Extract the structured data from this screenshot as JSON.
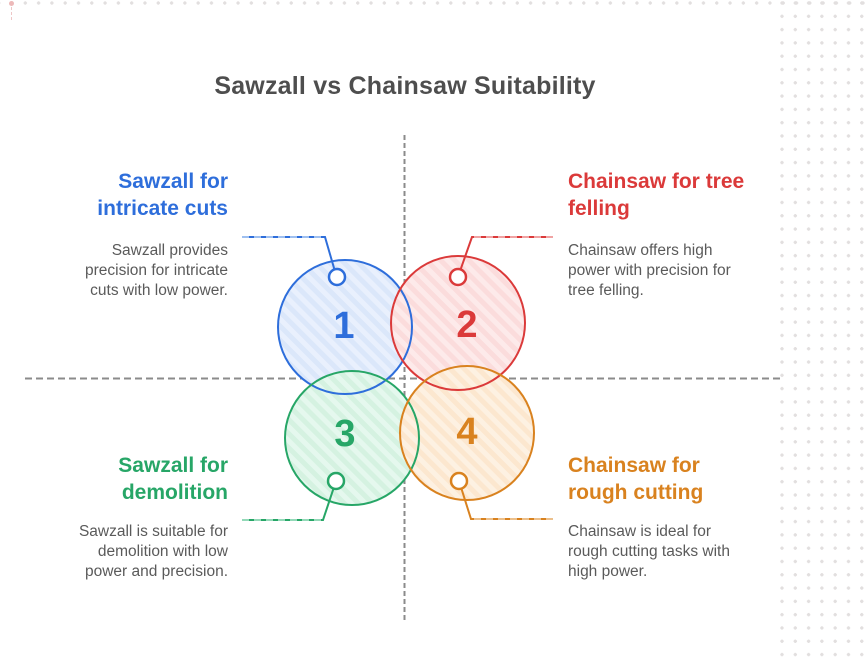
{
  "page": {
    "title": "Sawzall vs Chainsaw Suitability"
  },
  "colors": {
    "blue": "#2e6edb",
    "red": "#db3a3a",
    "green": "#27a667",
    "orange": "#d9821f",
    "blue_fill": "#dbe7fa",
    "red_fill": "#fbdcdc",
    "green_fill": "#d5f2e1",
    "orange_fill": "#fce7cf",
    "title_text": "#4e4e4e",
    "body_text": "#5a5a5a",
    "axis_line": "#8b8b8b",
    "dot_grid": "#e2dfdf",
    "accent_dot": "#edb9b9"
  },
  "quadrants": [
    {
      "number": "1",
      "heading": "Sawzall for intricate cuts",
      "heading_lines": [
        "Sawzall for",
        "intricate cuts"
      ],
      "description": "Sawzall provides precision for intricate cuts with low power.",
      "description_lines": [
        "Sawzall provides",
        "precision for intricate",
        "cuts with low power."
      ],
      "color": "#2e6edb"
    },
    {
      "number": "2",
      "heading": "Chainsaw for tree felling",
      "heading_lines": [
        "Chainsaw for tree",
        "felling"
      ],
      "description": "Chainsaw offers high power with precision for tree felling.",
      "description_lines": [
        "Chainsaw offers high",
        "power with precision for",
        "tree felling."
      ],
      "color": "#db3a3a"
    },
    {
      "number": "3",
      "heading": "Sawzall for demolition",
      "heading_lines": [
        "Sawzall for",
        "demolition"
      ],
      "description": "Sawzall is suitable for demolition with low power and precision.",
      "description_lines": [
        "Sawzall is suitable for",
        "demolition with low",
        "power and precision."
      ],
      "color": "#27a667"
    },
    {
      "number": "4",
      "heading": "Chainsaw for rough cutting",
      "heading_lines": [
        "Chainsaw for",
        "rough cutting"
      ],
      "description": "Chainsaw is ideal for rough cutting tasks with high power.",
      "description_lines": [
        "Chainsaw is ideal for",
        "rough cutting tasks with",
        "high power."
      ],
      "color": "#d9821f"
    }
  ]
}
